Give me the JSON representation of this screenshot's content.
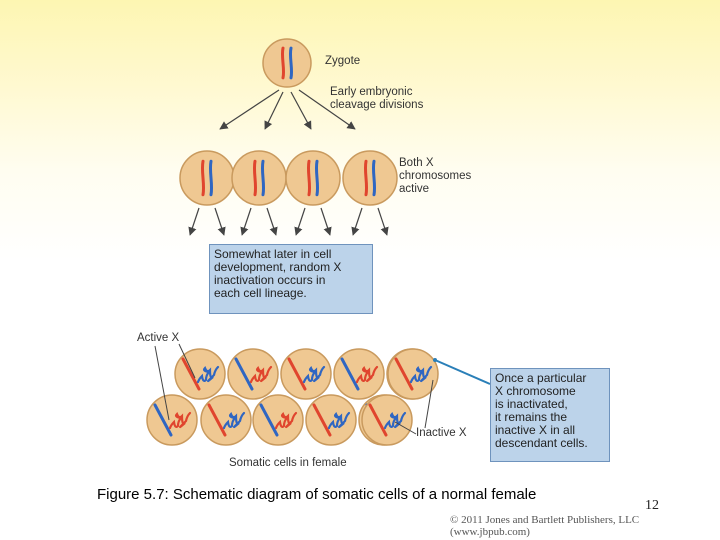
{
  "figure": {
    "labels": {
      "zygote": "Zygote",
      "cleavage": "Early embryonic\ncleavage divisions",
      "both_x": "Both X\nchromosomes\nactive",
      "active_x": "Active X",
      "inactive_x": "Inactive X",
      "somatic": "Somatic cells in female"
    },
    "boxes": {
      "random_inactivation": "Somewhat later in cell\ndevelopment, random X\ninactivation occurs in\neach cell lineage.",
      "remains_inactive": "Once a particular\nX chromosome\nis inactivated,\nit remains the\ninactive X in all\ndescendant cells."
    },
    "colors": {
      "cell_fill": "#efc892",
      "cell_stroke": "#c99a5e",
      "x_red": "#e0452e",
      "x_blue": "#2f66c2",
      "arrow": "#444444",
      "pointer": "#2a7fb8",
      "box_fill": "#bcd3ea"
    },
    "row1_red_active": [
      true,
      false,
      true,
      false,
      true,
      true,
      false,
      true,
      false,
      true,
      false,
      true
    ]
  },
  "caption": "Figure 5.7: Schematic diagram of somatic cells of a normal female",
  "page_number": "12",
  "copyright": "© 2011 Jones and Bartlett Publishers, LLC (www.jbpub.com)"
}
